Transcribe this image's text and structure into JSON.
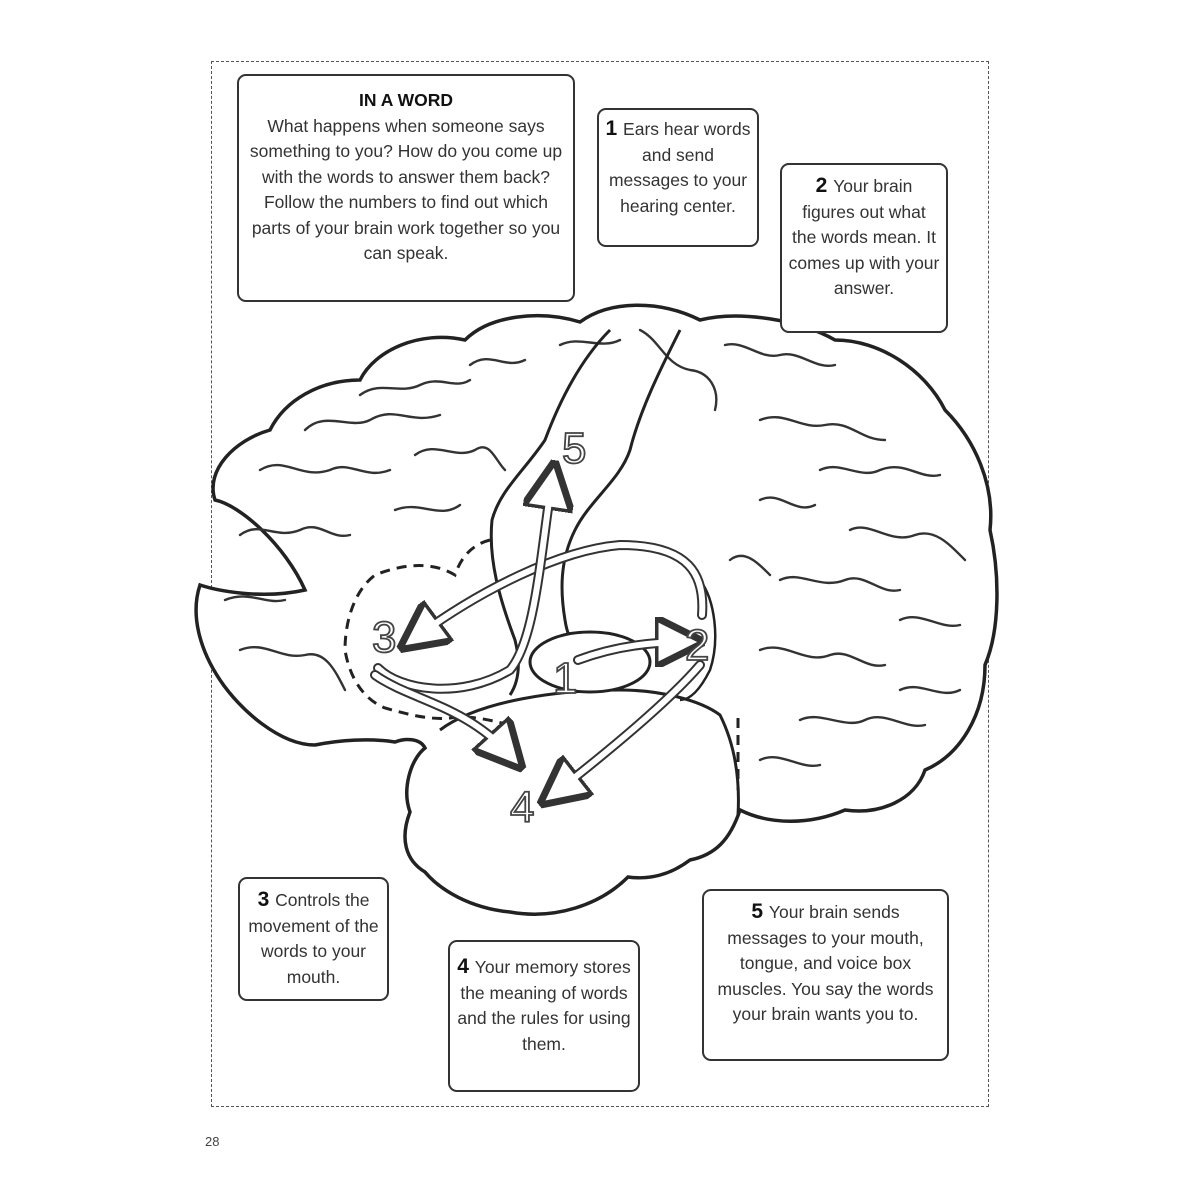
{
  "intro": {
    "title": "IN A WORD",
    "text": "What happens when someone says something to you? How do you come up with the words to answer them back? Follow the numbers to find out which parts of your brain work together so you can speak."
  },
  "steps": [
    {
      "number": "1",
      "text": "Ears hear words and send messages to your hearing center."
    },
    {
      "number": "2",
      "text": "Your brain figures out what the words mean. It comes up with your answer."
    },
    {
      "number": "3",
      "text": "Controls the movement of the words to your mouth."
    },
    {
      "number": "4",
      "text": "Your memory stores the meaning of words and the rules for using them."
    },
    {
      "number": "5",
      "text": "Your brain sends messages to your mouth, tongue, and voice box muscles.  You say the words your brain wants you to."
    }
  ],
  "diagram_labels": [
    "1",
    "2",
    "3",
    "4",
    "5"
  ],
  "page_number": "28"
}
